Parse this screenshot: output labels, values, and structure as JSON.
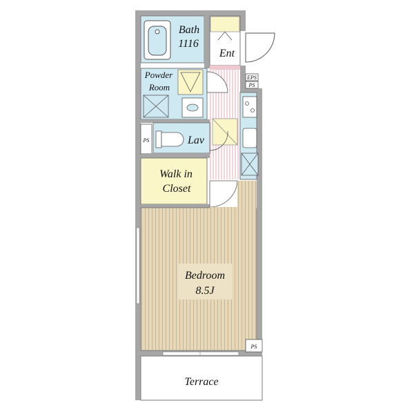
{
  "rooms": {
    "bath": {
      "line1": "Bath",
      "line2": "1116"
    },
    "ent": {
      "label": "Ent"
    },
    "powder": {
      "line1": "Powder",
      "line2": "Room"
    },
    "lav": {
      "label": "Lav"
    },
    "walkin": {
      "line1": "Walk in",
      "line2": "Closet"
    },
    "bedroom": {
      "line1": "Bedroom",
      "line2": "8.5J"
    },
    "terrace": {
      "label": "Terrace"
    }
  },
  "shafts": {
    "eps": "EPS",
    "ps_top": "PS",
    "ps_left": "PS",
    "ps_bottom": "PS"
  },
  "colors": {
    "wall": "#a6a6a6",
    "wet_area": "#cfe9f3",
    "closet": "#fbf6c8",
    "corridor_stripes": "#e7b4c0",
    "bedroom_floor": "#e2d4b3",
    "bedroom_stripe": "#cdb892"
  }
}
